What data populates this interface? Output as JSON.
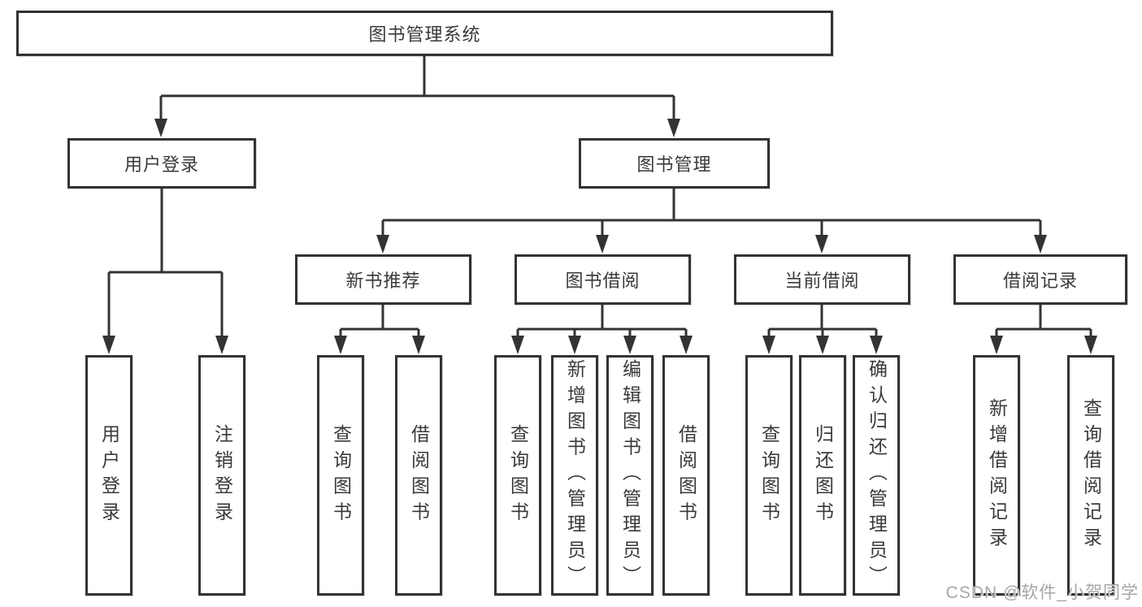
{
  "diagram": {
    "root": {
      "label": "图书管理系统"
    },
    "level2": [
      {
        "label": "用户登录"
      },
      {
        "label": "图书管理"
      }
    ],
    "level3": [
      {
        "label": "新书推荐",
        "parent": "图书管理"
      },
      {
        "label": "图书借阅",
        "parent": "图书管理"
      },
      {
        "label": "当前借阅",
        "parent": "图书管理"
      },
      {
        "label": "借阅记录",
        "parent": "图书管理"
      }
    ],
    "leaves": [
      {
        "label": "用户登录",
        "parent": "用户登录"
      },
      {
        "label": "注销登录",
        "parent": "用户登录"
      },
      {
        "label": "查询图书",
        "parent": "新书推荐"
      },
      {
        "label": "借阅图书",
        "parent": "新书推荐"
      },
      {
        "label": "查询图书",
        "parent": "图书借阅"
      },
      {
        "label": "新增图书（管理员）",
        "parent": "图书借阅"
      },
      {
        "label": "编辑图书（管理员）",
        "parent": "图书借阅"
      },
      {
        "label": "借阅图书",
        "parent": "图书借阅"
      },
      {
        "label": "查询图书",
        "parent": "当前借阅"
      },
      {
        "label": "归还图书",
        "parent": "当前借阅"
      },
      {
        "label": "确认归还（管理员）",
        "parent": "当前借阅"
      },
      {
        "label": "新增借阅记录",
        "parent": "借阅记录"
      },
      {
        "label": "查询借阅记录",
        "parent": "借阅记录"
      }
    ]
  },
  "watermark": {
    "text": "CSDN @软件_小贺同学"
  },
  "colors": {
    "line": "#333333",
    "text": "#3a3a3a",
    "box_background": "#ffffff",
    "page_background": "#ffffff",
    "watermark": "#a6a6a6"
  }
}
